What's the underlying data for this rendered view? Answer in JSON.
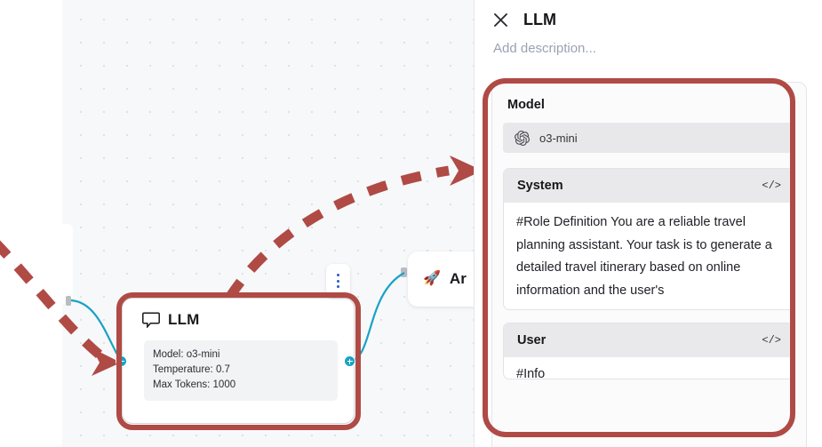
{
  "canvas": {
    "llm_node": {
      "title": "LLM",
      "icon": "speech-bubble-icon",
      "params": [
        "Model: o3-mini",
        "Temperature: 0.7",
        "Max Tokens: 1000"
      ]
    },
    "answer_node": {
      "title": "Ar",
      "icon": "rocket-icon"
    },
    "menu_icon": "kebab-menu-icon",
    "edge_color": "#18a2c4",
    "annotation_color": "#b04a45"
  },
  "panel": {
    "close_label": "×",
    "title": "LLM",
    "description_placeholder": "Add description...",
    "model_section": {
      "heading": "Model",
      "provider_icon": "openai-logo-icon",
      "model_name": "o3-mini"
    },
    "prompt_blocks": [
      {
        "role": "System",
        "code_icon": "</>",
        "text": "#Role Definition\nYou are a reliable travel planning assistant. Your task is to generate a detailed travel itinerary based on online information and the user's"
      },
      {
        "role": "User",
        "code_icon": "</>",
        "text": "#Info"
      }
    ]
  }
}
